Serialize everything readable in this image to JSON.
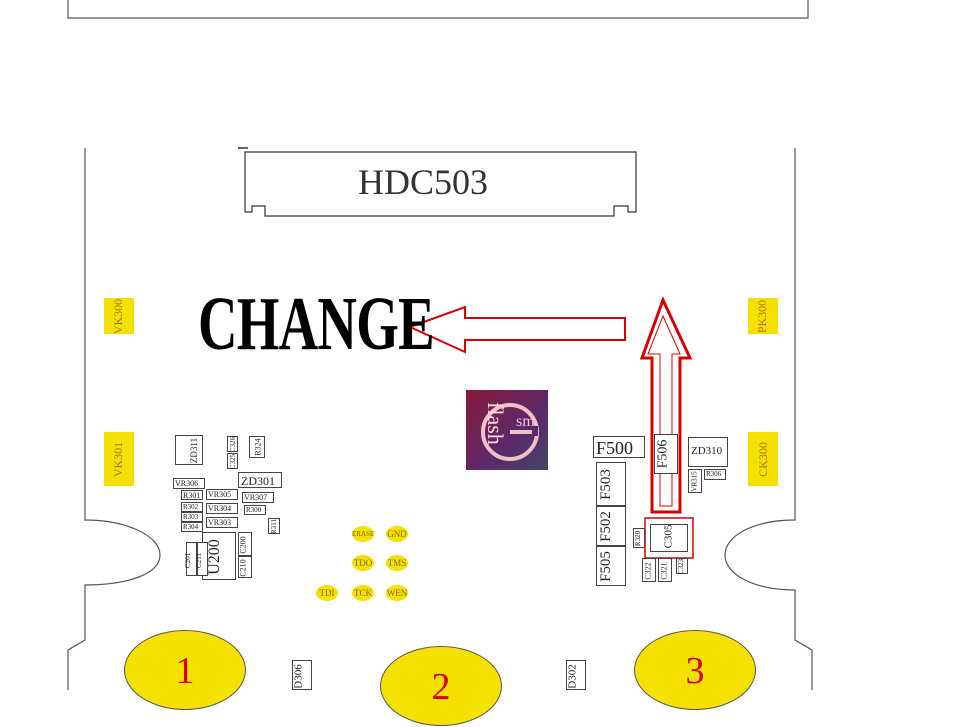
{
  "connector": {
    "label": "HDC503"
  },
  "annotation": {
    "text": "CHANGE"
  },
  "logo": {
    "word": "flash",
    "letter": "G",
    "sub": "sm"
  },
  "pads": {
    "top_left": "VK300",
    "top_right": "PK300",
    "mid_left": "VK301",
    "mid_right": "CK300"
  },
  "big_pads": [
    "1",
    "2",
    "3"
  ],
  "left_components": [
    "ZD311",
    "C326",
    "C325",
    "R324",
    "ZD301",
    "VR306",
    "R301",
    "VR305",
    "VR307",
    "R302",
    "R303",
    "VR304",
    "R300",
    "R304",
    "VR303",
    "R311",
    "U200",
    "C201",
    "C211",
    "C200",
    "C210"
  ],
  "test_points": [
    "ERASE",
    "GND",
    "TDO",
    "TMS",
    "TDI",
    "TCK",
    "WEN"
  ],
  "right_components": [
    "F500",
    "F506",
    "ZD310",
    "VR315",
    "R306",
    "F503",
    "F502",
    "C305",
    "F505",
    "C322",
    "C321",
    "C323",
    "R320"
  ],
  "bottom_labels": [
    "D306",
    "D302"
  ],
  "colors": {
    "pad_yellow": "#f5e100",
    "arrow_red": "#d40000",
    "logo_bg": "#5a2a6a",
    "logo_ring": "#c4122f"
  }
}
